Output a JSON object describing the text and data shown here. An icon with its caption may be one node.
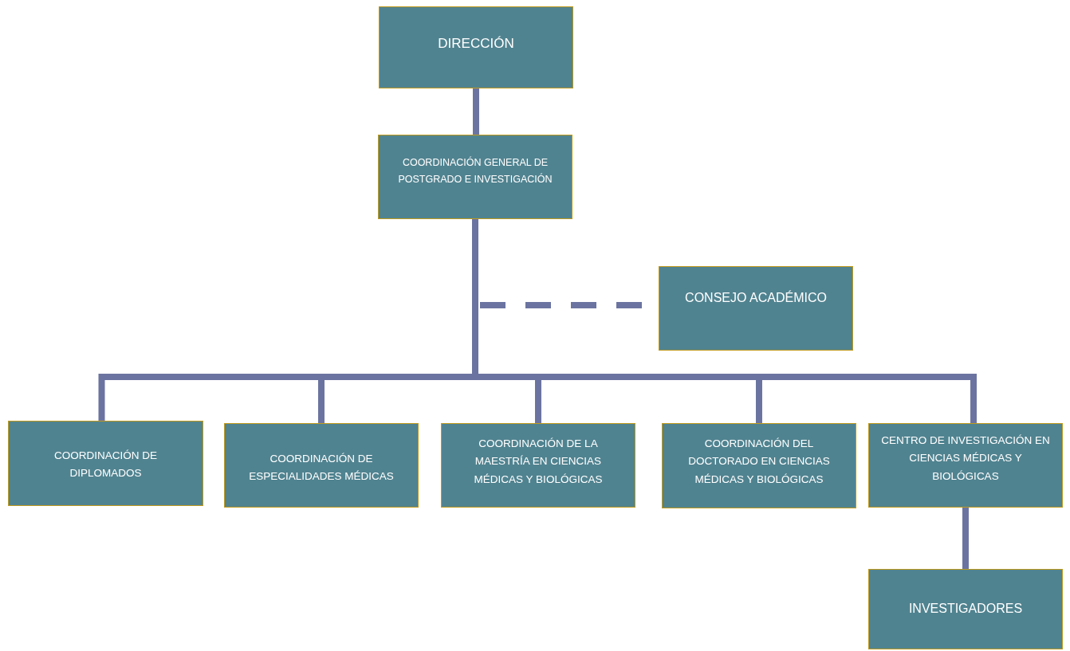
{
  "diagram": {
    "nodes": [
      {
        "text": [
          "DIRECCIÓN"
        ]
      },
      {
        "text": [
          "COORDINACIÓN GENERAL DE POSTGRADO E INVESTIGACIÓN"
        ]
      },
      {
        "text": [
          "CONSEJO ACADÉMICO"
        ]
      },
      {
        "text": [
          "COORDINACIÓN DE DIPLOMADOS"
        ]
      },
      {
        "text": [
          "COORDINACIÓN DE ESPECIALIDADES MÉDICAS"
        ]
      },
      {
        "text": [
          "COORDINACIÓN DE LA MAESTRÍA EN CIENCIAS MÉDICAS Y BIOLÓGICAS"
        ]
      },
      {
        "text": [
          "COORDINACIÓN DEL DOCTORADO EN CIENCIAS MÉDICAS Y BIOLÓGICAS"
        ]
      },
      {
        "text": [
          "CENTRO DE INVESTIGACIÓN EN CIENCIAS MÉDICAS Y BIOLÓGICAS"
        ]
      },
      {
        "text": [
          "INVESTIGADORES"
        ]
      }
    ],
    "edges": [
      {
        "from": 0,
        "to": 1,
        "arrow": "none"
      },
      {
        "from": 1,
        "to": 2,
        "arrow": "none",
        "style": "dashed"
      },
      {
        "from": 1,
        "to": 3,
        "arrow": "none"
      },
      {
        "from": 1,
        "to": 4,
        "arrow": "none"
      },
      {
        "from": 1,
        "to": 5,
        "arrow": "none"
      },
      {
        "from": 1,
        "to": 6,
        "arrow": "none"
      },
      {
        "from": 1,
        "to": 7,
        "arrow": "none"
      },
      {
        "from": 7,
        "to": 8,
        "arrow": "none"
      }
    ]
  }
}
